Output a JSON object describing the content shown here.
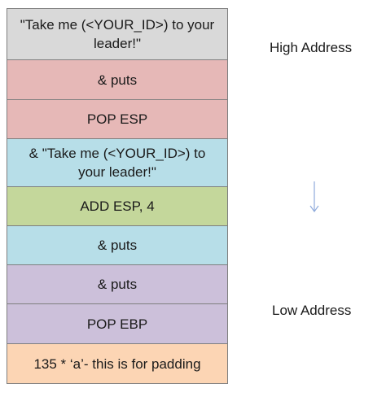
{
  "stack": {
    "cells": [
      {
        "text": "\"Take me (<YOUR_ID>) to your leader!\"",
        "color": "#d9d9d9"
      },
      {
        "text": "& puts",
        "color": "#e6b8b7"
      },
      {
        "text": "POP ESP",
        "color": "#e6b8b7"
      },
      {
        "text": "& \"Take me (<YOUR_ID>) to your leader!\"",
        "color": "#b7dee8"
      },
      {
        "text": "ADD ESP, 4",
        "color": "#c4d79b"
      },
      {
        "text": "& puts",
        "color": "#b7dee8"
      },
      {
        "text": "& puts",
        "color": "#ccc0da"
      },
      {
        "text": "POP EBP",
        "color": "#ccc0da"
      },
      {
        "text": "135 * ‘a’- this is for padding",
        "color": "#fcd5b4"
      }
    ]
  },
  "labels": {
    "high": "High Address",
    "low": "Low Address"
  },
  "arrow": {
    "icon": "arrow-down-icon",
    "color": "#8eaadb"
  }
}
